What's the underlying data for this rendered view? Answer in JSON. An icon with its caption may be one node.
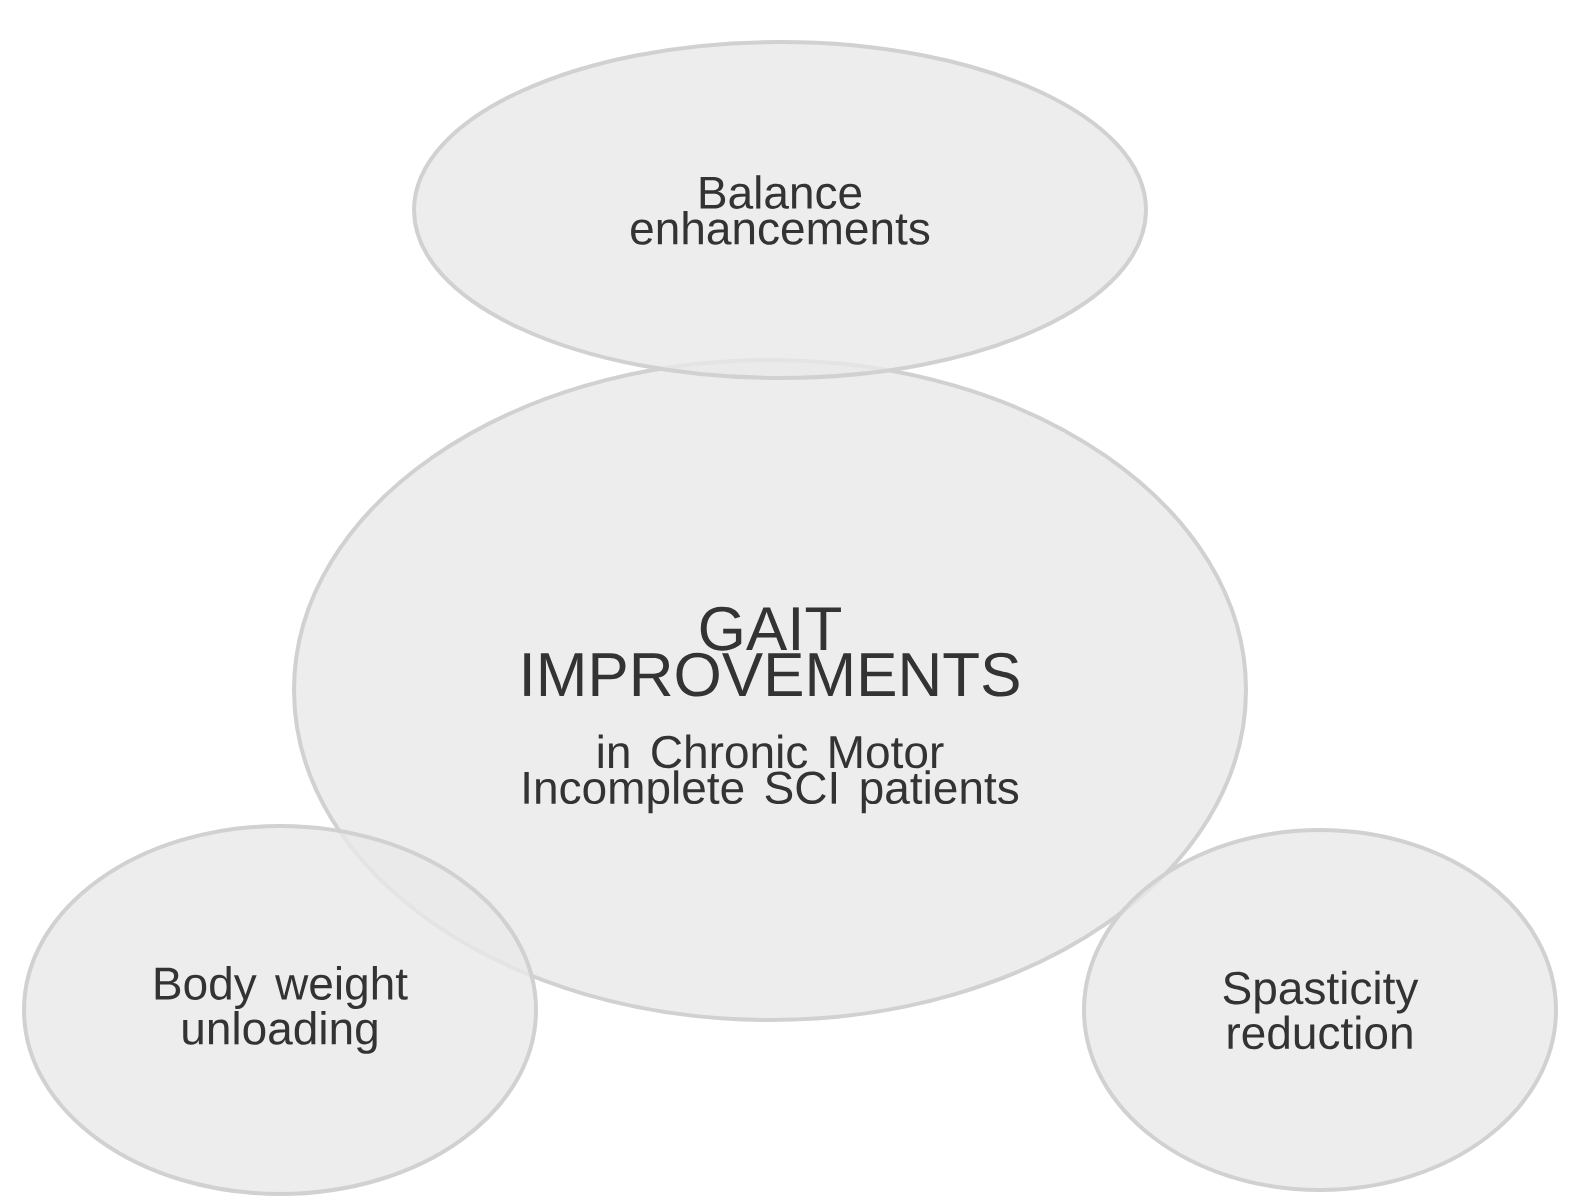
{
  "diagram": {
    "nodes": [
      {
        "text": [
          "GAIT IMPROVEMENTS",
          "in Chronic Motor Incomplete SCI patients"
        ]
      },
      {
        "text": [
          "Balance enhancements"
        ]
      },
      {
        "text": [
          "Body weight unloading"
        ]
      },
      {
        "text": [
          "Spasticity reduction"
        ]
      }
    ]
  }
}
